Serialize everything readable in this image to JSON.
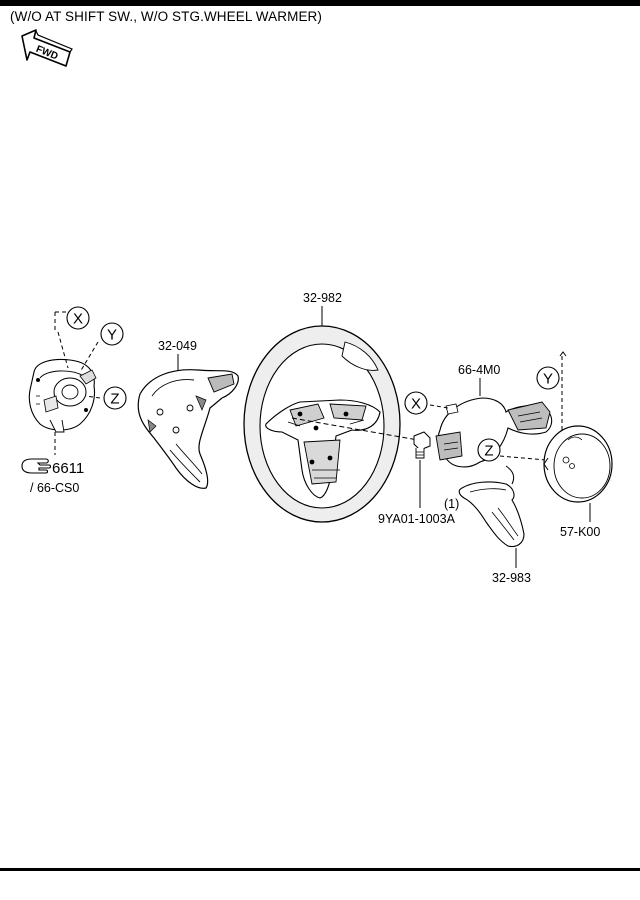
{
  "caption": "(W/O AT SHIFT SW., W/O STG.WHEEL WARMER)",
  "fwd_arrow": {
    "label": "FWD",
    "icon": "fwd-arrow-icon"
  },
  "callouts": {
    "x": "X",
    "y": "Y",
    "z": "Z"
  },
  "parts": {
    "clock_spring_ref": "6611",
    "clock_spring_sub": "/ 66-CS0",
    "rear_cover": "32-049",
    "steering_wheel": "32-982",
    "switch": "66-4M0",
    "bolt": "9YA01-1003A",
    "bolt_qty": "(1)",
    "lower_cover": "32-983",
    "air_bag": "57-K00"
  },
  "icons": {
    "reference": "pointing-hand-icon"
  }
}
